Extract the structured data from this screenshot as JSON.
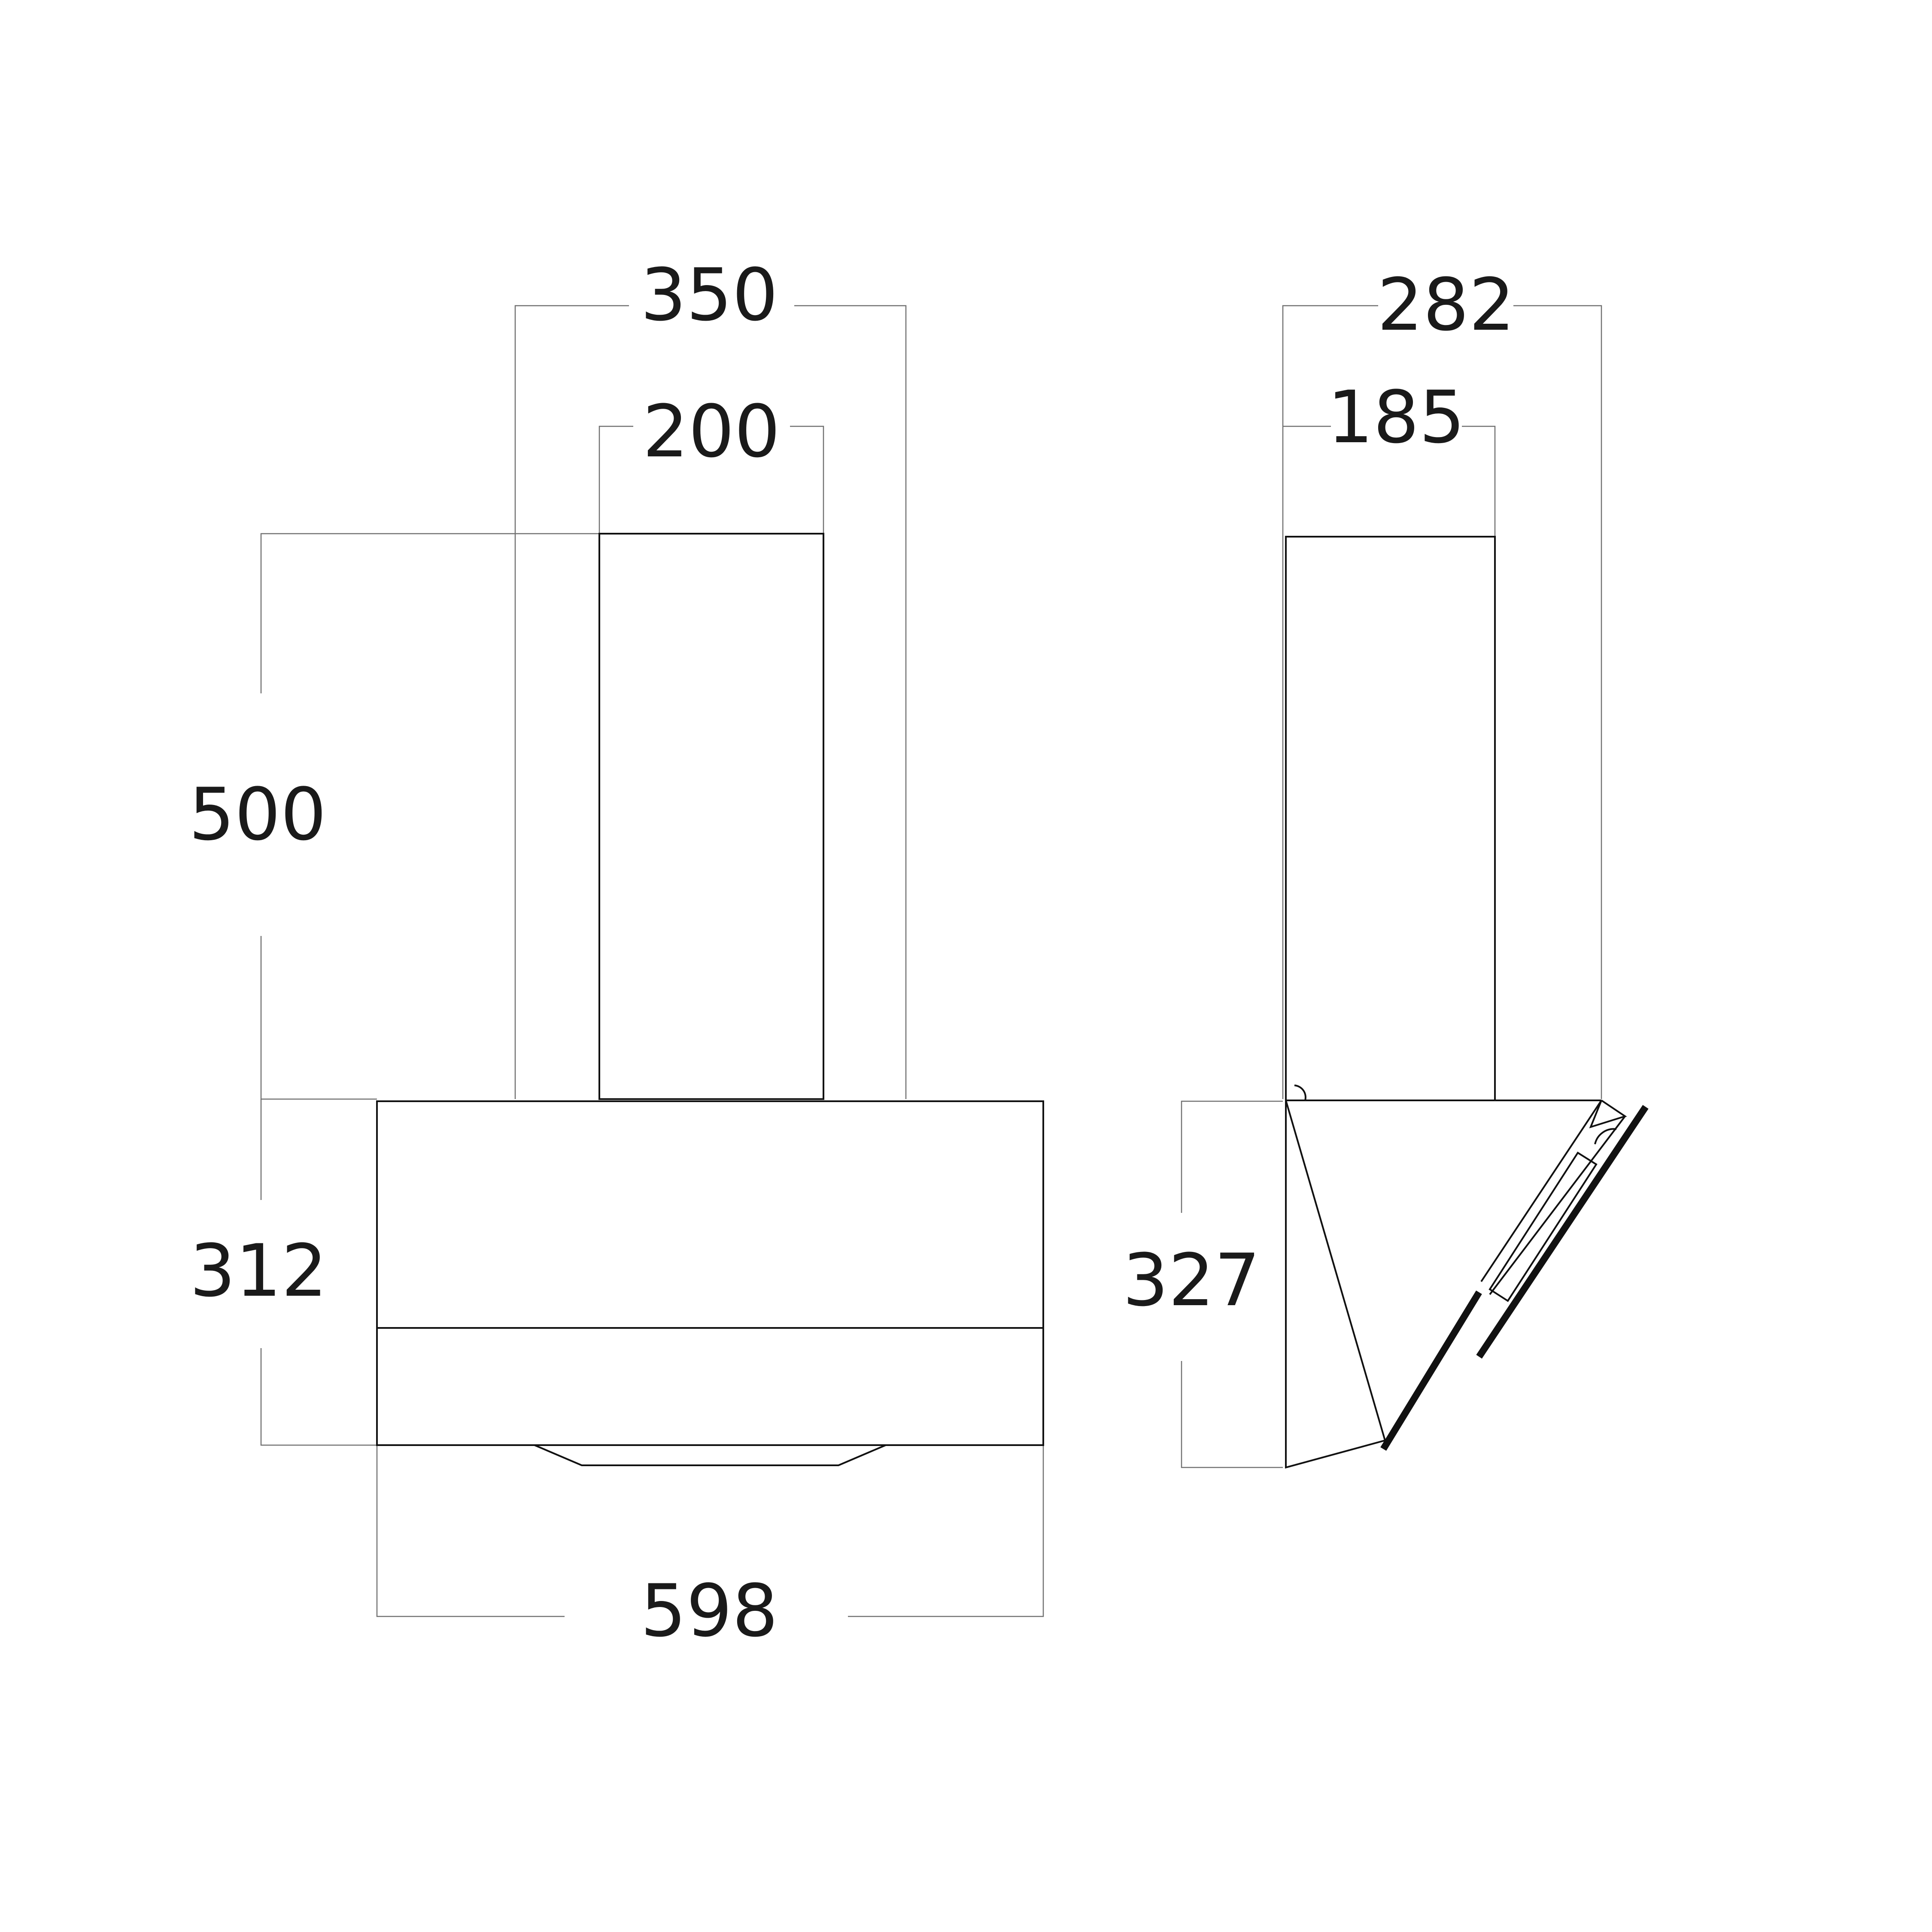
{
  "front_view": {
    "dimensions": {
      "chimney_outer_width": "350",
      "chimney_inner_width": "200",
      "chimney_height": "500",
      "hood_height": "312",
      "hood_width": "598"
    }
  },
  "side_view": {
    "dimensions": {
      "total_depth": "282",
      "chimney_depth": "185",
      "hood_height": "327"
    }
  },
  "colors": {
    "line": "#111111",
    "dimension_line": "#707070",
    "background": "#ffffff"
  }
}
